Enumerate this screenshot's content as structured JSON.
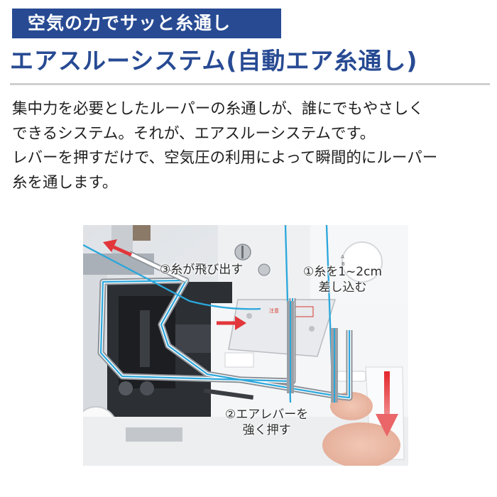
{
  "header": {
    "tagline": "空気の力でサッと糸通し",
    "title": "エアスルーシステム(自動エア糸通し)"
  },
  "colors": {
    "brand_blue": "#274a93",
    "rule_gray": "#cfcfcf",
    "thread_blue": "#2aa7dc",
    "arrow_red": "#e2363a"
  },
  "body": {
    "lines": [
      "集中力を必要としたルーパーの糸通しが、誰にでもやさしく",
      "できるシステム。それが、エアスルーシステムです。",
      "レバーを押すだけで、空気圧の利用によって瞬間的にルーパー",
      "糸を通します。"
    ]
  },
  "figure": {
    "steps": [
      {
        "id": "step1",
        "line1": "①糸を1~2cm",
        "line2": "差し込む"
      },
      {
        "id": "step2",
        "line1": "②エアレバーを",
        "line2": "強く押す"
      },
      {
        "id": "step3",
        "line1": "③糸が飛び出す"
      }
    ],
    "machine_caution_label": "注意",
    "dial_letters": [
      "A",
      "B"
    ]
  }
}
